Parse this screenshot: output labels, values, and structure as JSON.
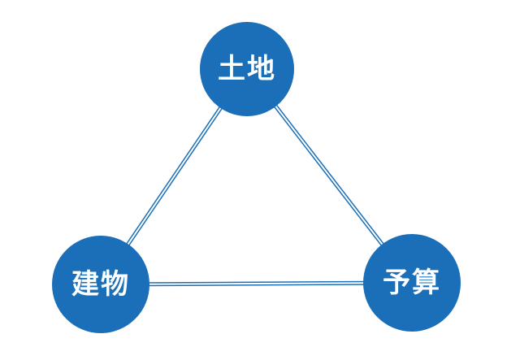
{
  "diagram": {
    "accent_color": "#1a6fb8",
    "nodes": [
      {
        "id": "top",
        "label": "土地"
      },
      {
        "id": "left",
        "label": "建物"
      },
      {
        "id": "right",
        "label": "予算"
      }
    ]
  }
}
